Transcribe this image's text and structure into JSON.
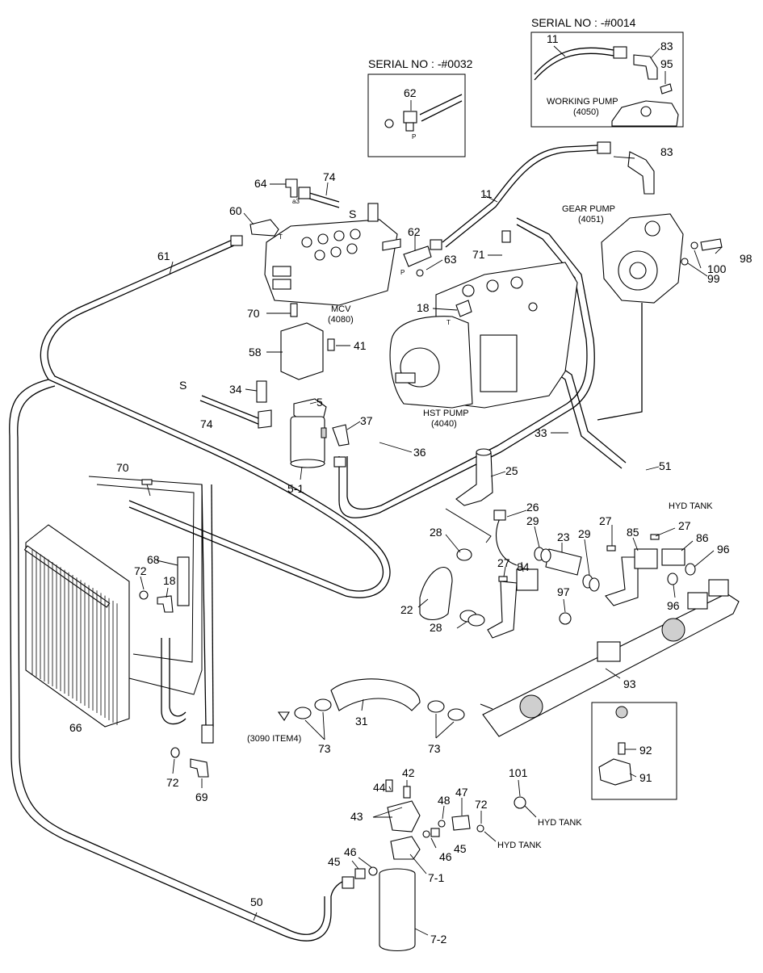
{
  "inserts": {
    "serial_0014": "SERIAL NO : -#0014",
    "serial_0032": "SERIAL NO : -#0032"
  },
  "components": {
    "working_pump": "WORKING PUMP",
    "working_pump_code": "(4050)",
    "gear_pump": "GEAR PUMP",
    "gear_pump_code": "(4051)",
    "mcv": "MCV",
    "mcv_code": "(4080)",
    "hst_pump": "HST PUMP",
    "hst_pump_code": "(4040)",
    "hyd_tank": "HYD TANK",
    "ref_3090": "(3090 ITEM4)"
  },
  "port_letters": {
    "s": "S",
    "p": "P",
    "t": "T",
    "a3": "a3"
  },
  "parts": {
    "p11": "11",
    "p83": "83",
    "p95": "95",
    "p62": "62",
    "p74": "74",
    "p64": "64",
    "p60": "60",
    "p61": "61",
    "p63": "63",
    "p71": "71",
    "p98": "98",
    "p100": "100",
    "p99": "99",
    "p70": "70",
    "p18": "18",
    "p58": "58",
    "p41": "41",
    "p34": "34",
    "p5": "5",
    "p37": "37",
    "p5_1": "5-1",
    "p36": "36",
    "p33": "33",
    "p51": "51",
    "p25": "25",
    "p26": "26",
    "p27": "27",
    "p85": "85",
    "p86": "86",
    "p96": "96",
    "p28": "28",
    "p29": "29",
    "p23": "23",
    "p84": "84",
    "p22": "22",
    "p97": "97",
    "p68": "68",
    "p72": "72",
    "p66": "66",
    "p69": "69",
    "p93": "93",
    "p31": "31",
    "p73": "73",
    "p92": "92",
    "p91": "91",
    "p101": "101",
    "p42": "42",
    "p44": "44",
    "p48": "48",
    "p47": "47",
    "p43": "43",
    "p46": "46",
    "p45": "45",
    "p7_1": "7-1",
    "p50": "50",
    "p7_2": "7-2"
  }
}
